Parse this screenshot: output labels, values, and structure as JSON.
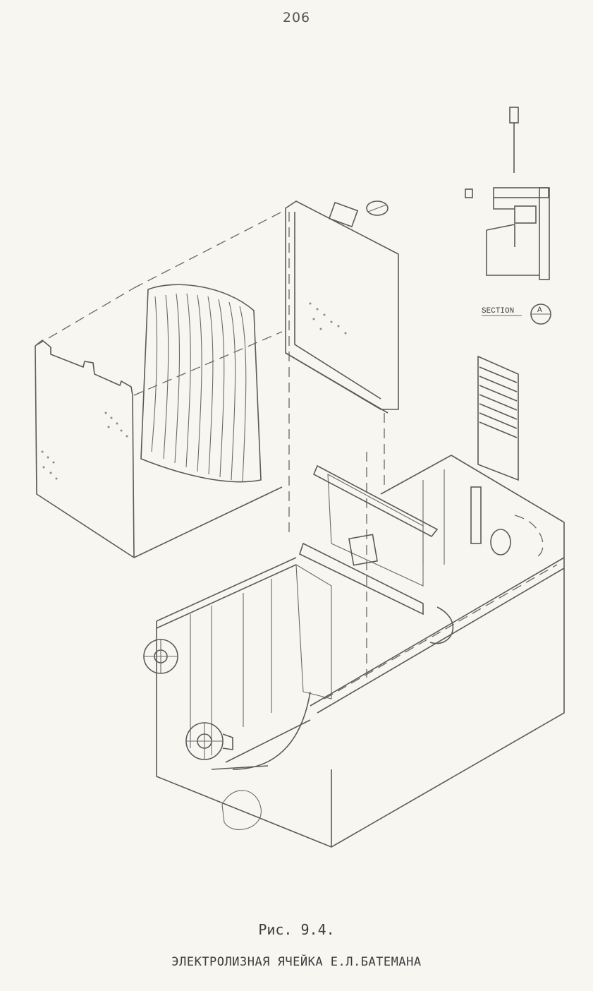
{
  "page": {
    "number": "206"
  },
  "figure": {
    "caption": "Рис. 9.4.",
    "title": "ЭЛЕКТРОЛИЗНАЯ ЯЧЕЙКА Е.Л.БАТЕМАНА",
    "section_label": "SECTION",
    "section_marker": "A"
  }
}
